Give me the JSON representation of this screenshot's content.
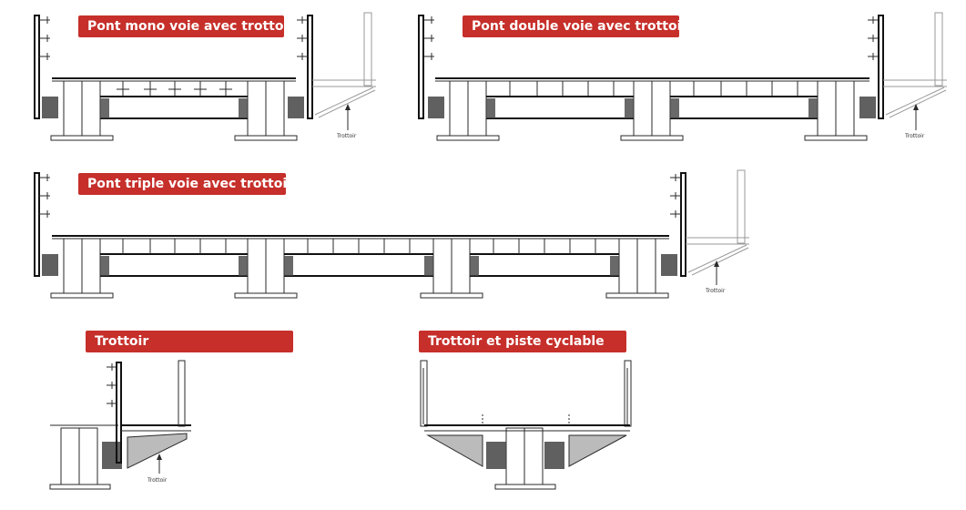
{
  "banners": {
    "mono": "Pont mono voie avec trottoir",
    "double": "Pont double voie avec trottoir",
    "triple": "Pont triple voie avec trottoir",
    "trottoir": "Trottoir",
    "cyclable": "Trottoir et piste cyclable"
  },
  "labels": {
    "trottoir": "Trottoir"
  },
  "colors": {
    "banner": "#c62f2a",
    "line": "#2a2a2a",
    "ghost": "#9a9a9a"
  }
}
